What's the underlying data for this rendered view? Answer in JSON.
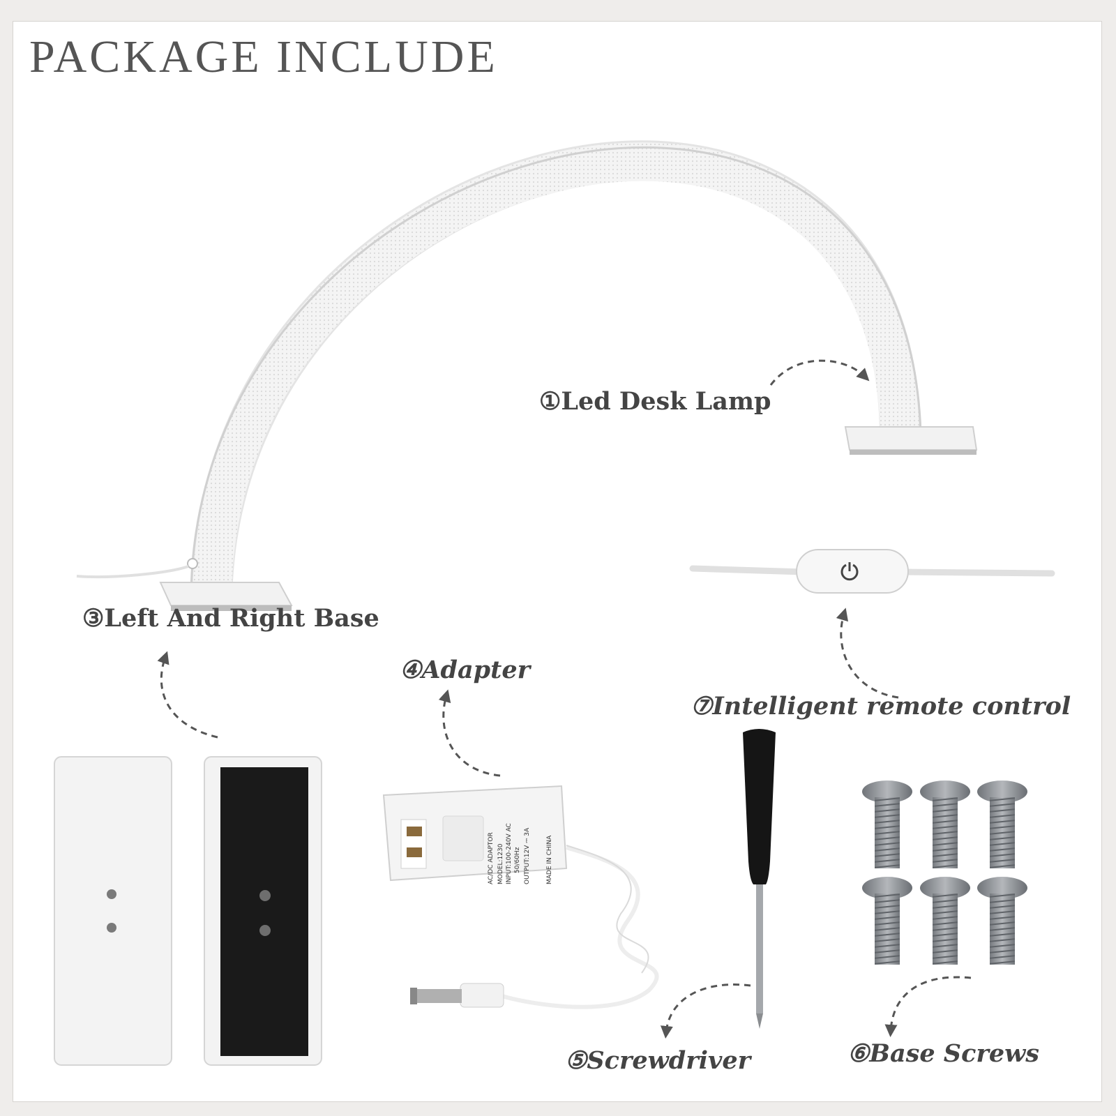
{
  "title": "PACKAGE  INCLUDE",
  "labels": {
    "lamp": "①Led Desk Lamp",
    "base": "③Left And Right Base",
    "adapter": "④Adapter",
    "remote": "⑦Intelligent remote control",
    "screwdriver": "⑤Screwdriver",
    "screws": "⑥Base Screws"
  },
  "adapter_text": {
    "line1": "AC/DC ADAPTOR",
    "line2": "MODEL:1230",
    "line3": "INPUT:100-240V AC",
    "line4": "50/60Hz",
    "line5": "OUTPUT:12V ⎓ 3A",
    "line6": "MADE IN CHINA"
  },
  "colors": {
    "background": "#ffffff",
    "text": "#444444",
    "arrow": "#555555",
    "pad": "#1a1a1a",
    "screw": "#8f9398"
  }
}
